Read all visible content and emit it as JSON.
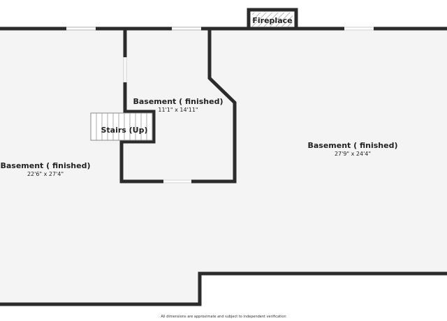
{
  "plan": {
    "colors": {
      "wall": "#2b2b2b",
      "floor": "#f4f4f4",
      "window": "#ffffff"
    },
    "rooms": [
      {
        "id": "left",
        "name": "Basement (     finished)",
        "dims": "22'6\" x 27'4\""
      },
      {
        "id": "middle",
        "name": "Basement (     finished)",
        "dims": "11'1\" x 14'11\""
      },
      {
        "id": "right",
        "name": "Basement (     finished)",
        "dims": "27'9\" x 24'4\""
      }
    ],
    "fireplace": {
      "label": "Fireplace"
    },
    "stairs": {
      "label": "Stairs (Up)"
    },
    "disclaimer": "All dimensions are approximate and subject to independent verification"
  }
}
